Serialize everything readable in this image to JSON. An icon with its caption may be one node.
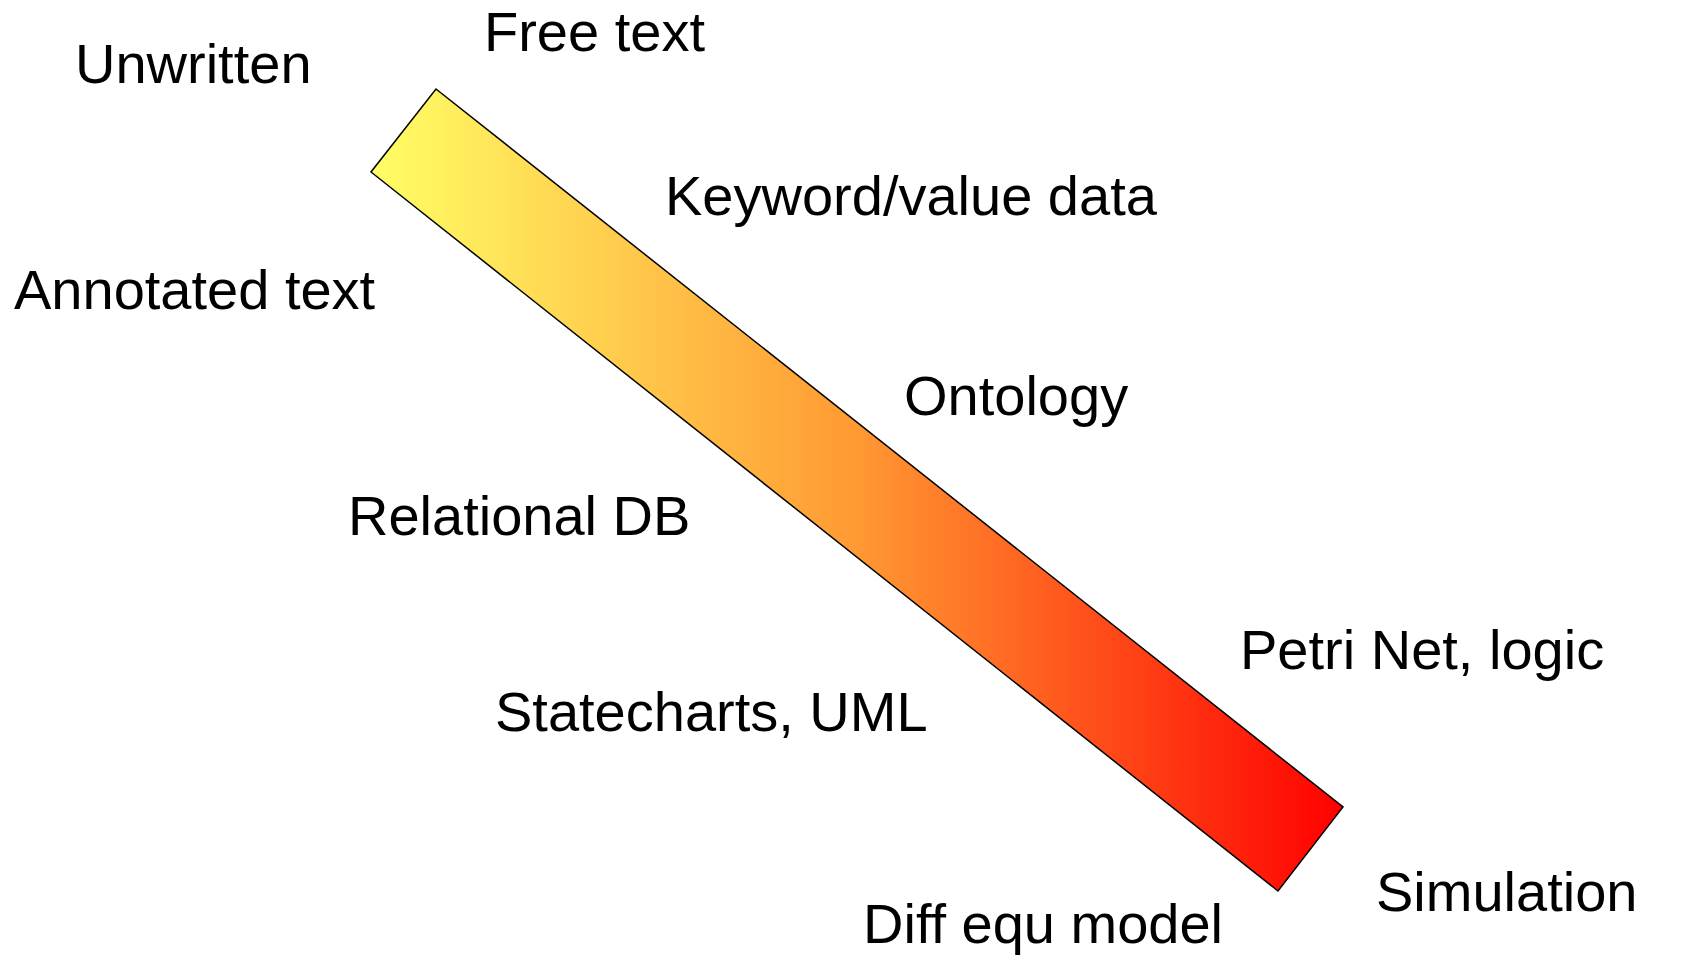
{
  "diagram": {
    "labels": [
      "Free text",
      "Unwritten",
      "Keyword/value data",
      "Annotated text",
      "Ontology",
      "Relational DB",
      "Petri Net, logic",
      "Statecharts, UML",
      "Simulation",
      "Diff equ model"
    ]
  }
}
